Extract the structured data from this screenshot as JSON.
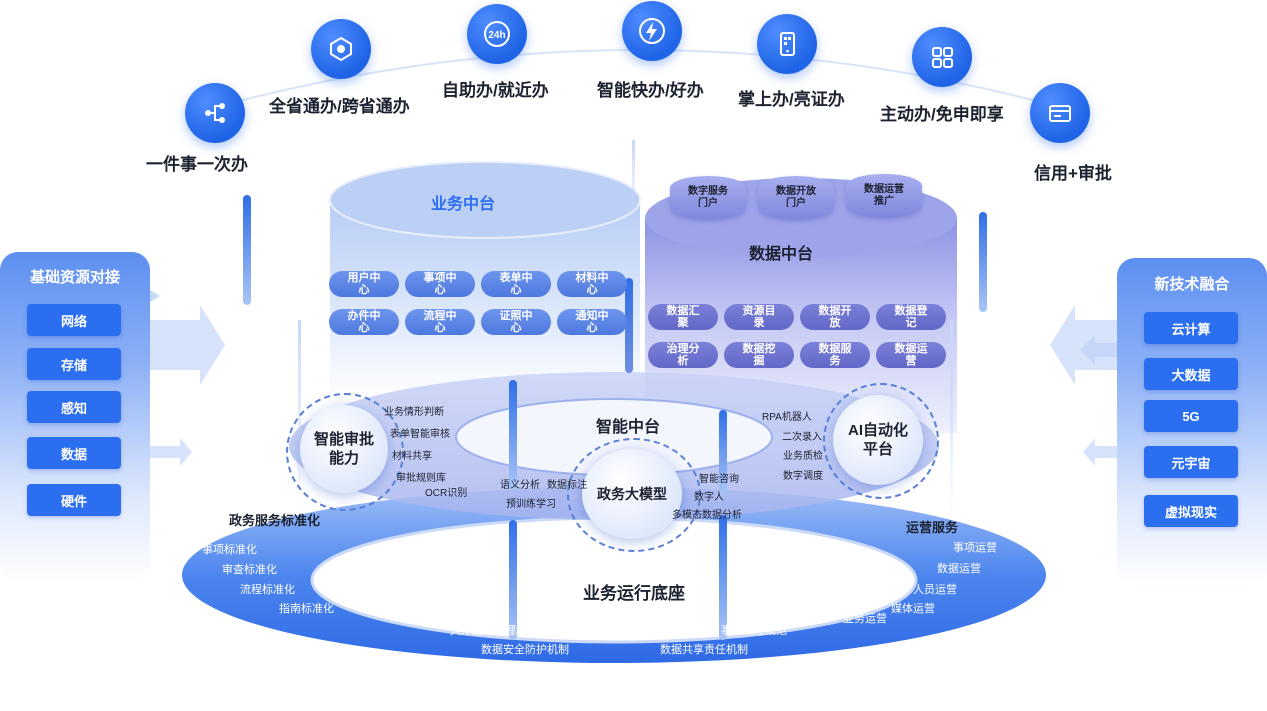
{
  "services": [
    {
      "label": "一件事一次办",
      "icon": "flow-icon"
    },
    {
      "label": "全省通办/跨省通办",
      "icon": "network-icon"
    },
    {
      "label": "自助办/就近办",
      "icon": "24h-icon"
    },
    {
      "label": "智能快办/好办",
      "icon": "lightning-icon"
    },
    {
      "label": "掌上办/亮证办",
      "icon": "phone-icon"
    },
    {
      "label": "主动办/免申即享",
      "icon": "grid-icon"
    },
    {
      "label": "信用+审批",
      "icon": "card-icon"
    }
  ],
  "left_panel": {
    "title": "基础资源对接",
    "items": [
      "网络",
      "存储",
      "感知",
      "数据",
      "硬件"
    ]
  },
  "right_panel": {
    "title": "新技术融合",
    "items": [
      "云计算",
      "大数据",
      "5G",
      "元宇宙",
      "虚拟现实"
    ]
  },
  "business_platform": {
    "title": "业务中台",
    "row1": [
      "用户中心",
      "事项中心",
      "表单中心",
      "材料中心"
    ],
    "row2": [
      "办件中心",
      "流程中心",
      "证照中心",
      "通知中心"
    ]
  },
  "data_platform": {
    "title": "数据中台",
    "top": [
      "数字服务门户",
      "数据开放门户",
      "数据运营推广"
    ],
    "row1": [
      "数据汇聚",
      "资源目录",
      "数据开放",
      "数据登记"
    ],
    "row2": [
      "治理分析",
      "数据挖掘",
      "数据服务",
      "数据运营"
    ]
  },
  "smart_platform": {
    "title": "智能中台",
    "approval_node": "智能审批能力",
    "approval_items": [
      "业务情形判断",
      "表单智能审核",
      "材料共享",
      "审批规则库",
      "OCR识别"
    ],
    "ai_node": "AI自动化平台",
    "ai_items": [
      "RPA机器人",
      "二次录入",
      "业务质检",
      "数字调度"
    ],
    "model_node": "政务大模型",
    "model_left_items": [
      "语义分析",
      "数据标注",
      "预训练学习"
    ],
    "model_right_items": [
      "智能咨询",
      "数字人",
      "多模态数据分析"
    ]
  },
  "base": {
    "title": "业务运行底座",
    "standard_title": "政务服务标准化",
    "standard_items": [
      "事项标准化",
      "审查标准化",
      "流程标准化",
      "指南标准化"
    ],
    "ops_title": "运营服务",
    "ops_items": [
      "事项运营",
      "数据运营",
      "人员运营",
      "媒体运营",
      "业务运营"
    ],
    "mgmt_title": "运行管理机制",
    "mgmt_items": [
      "大厅运行管理机制",
      "数据安全防护机制",
      "事项梳理规范",
      "数据共享责任机制"
    ]
  },
  "colors": {
    "accent": "#2b6ef0",
    "ring_blue": "#3a78ec",
    "indigo": "#6c70d0"
  }
}
